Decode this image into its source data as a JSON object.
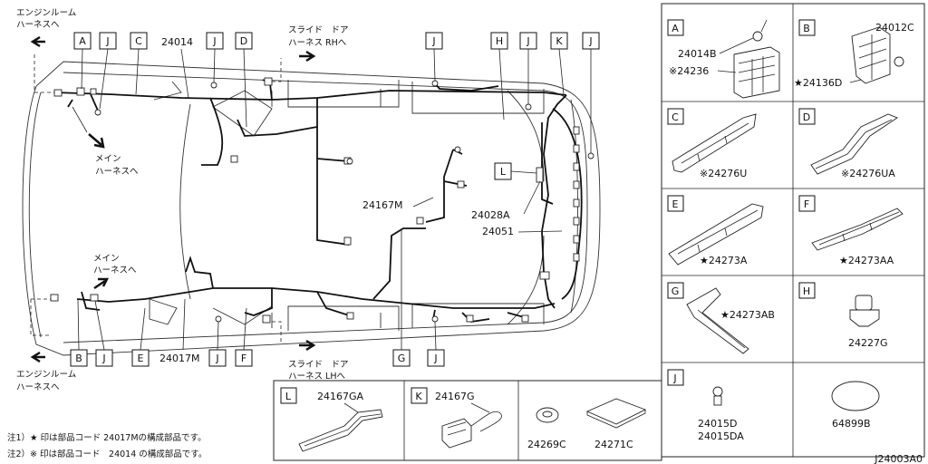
{
  "callouts": {
    "engine_room_top": [
      "エンジンルーム",
      "ハーネスへ"
    ],
    "slide_door_rh": [
      "スライド　ドア",
      "ハーネス RHへ"
    ],
    "main_harness_1": [
      "メイン",
      "ハーネスへ"
    ],
    "main_harness_2": [
      "メイン",
      "ハーネスへ"
    ],
    "engine_room_bottom": [
      "エンジンルーム",
      "ハーネスへ"
    ],
    "slide_door_lh": [
      "スライド　ドア",
      "ハーネス LHへ"
    ]
  },
  "top_letters": [
    "A",
    "J",
    "C",
    "J",
    "D",
    "J",
    "H",
    "J",
    "K",
    "J"
  ],
  "bottom_letters": [
    "B",
    "J",
    "E",
    "J",
    "F",
    "G",
    "J"
  ],
  "side_letter": "L",
  "part_numbers": {
    "p24014": "24014",
    "p24167M": "24167M",
    "p24028A": "24028A",
    "p24051": "24051",
    "p24017M": "24017M"
  },
  "detail_panels": [
    {
      "letter": "A",
      "parts": [
        "24014B",
        "※24236"
      ]
    },
    {
      "letter": "B",
      "parts": [
        "24012C",
        "★24136D"
      ]
    },
    {
      "letter": "C",
      "parts": [
        "※24276U"
      ]
    },
    {
      "letter": "D",
      "parts": [
        "※24276UA"
      ]
    },
    {
      "letter": "E",
      "parts": [
        "★24273A"
      ]
    },
    {
      "letter": "F",
      "parts": [
        "★24273AA"
      ]
    },
    {
      "letter": "G",
      "parts": [
        "★24273AB"
      ]
    },
    {
      "letter": "H",
      "parts": [
        "24227G"
      ]
    },
    {
      "letter": "J",
      "parts": [
        "24015D",
        "24015DA"
      ]
    },
    {
      "letter": "",
      "parts": [
        "64899B"
      ]
    }
  ],
  "bottom_panels": [
    {
      "letter": "L",
      "parts": [
        "24167GA"
      ]
    },
    {
      "letter": "K",
      "parts": [
        "24167G"
      ]
    },
    {
      "letter": "",
      "parts": [
        "24269C"
      ]
    },
    {
      "letter": "",
      "parts": [
        "24271C"
      ]
    }
  ],
  "notes": [
    "注1）★ 印は部品コード 24017Mの構成部品です。",
    "注2）※ 印は部品コード　24014 の構成部品です。"
  ],
  "diagram_id": "J24003A0"
}
